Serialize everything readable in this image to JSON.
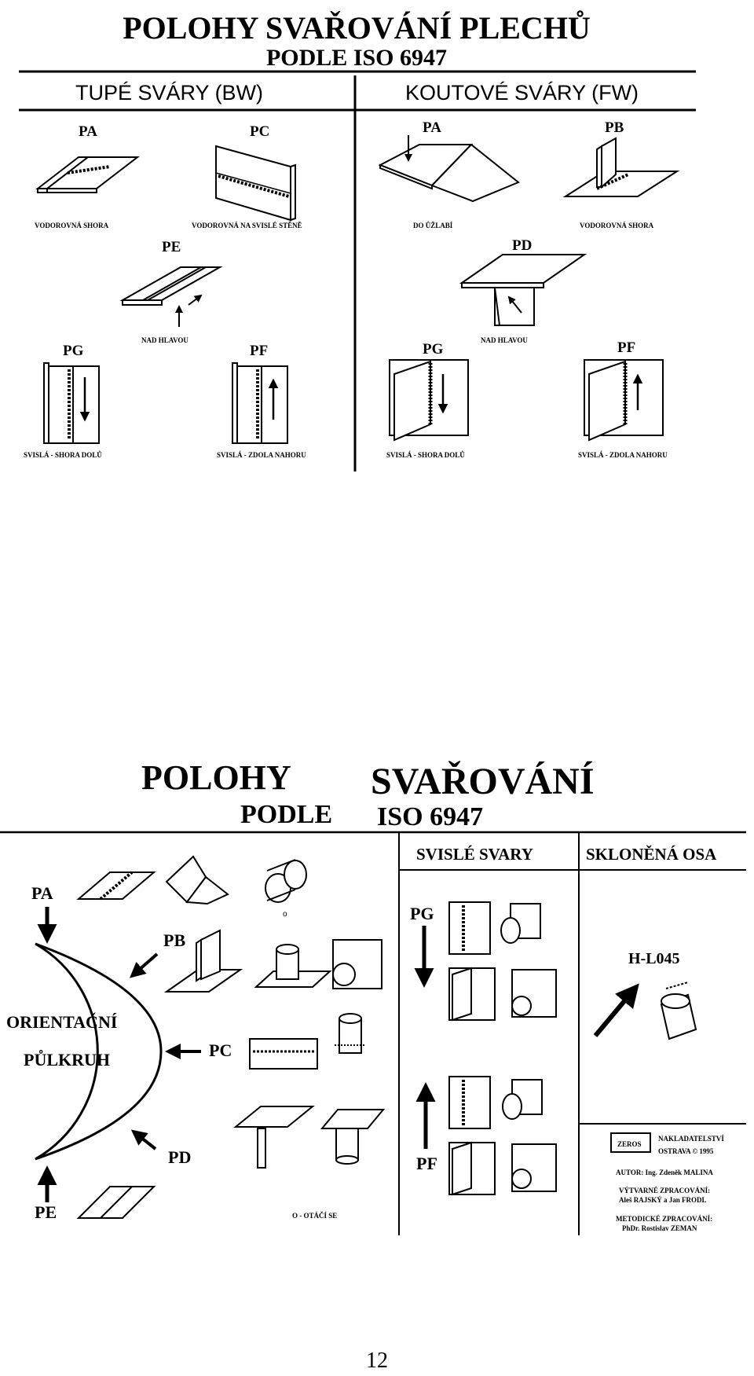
{
  "top": {
    "title": "POLOHY SVAŘOVÁNÍ PLECHŮ",
    "subtitle": "PODLE ISO 6947",
    "left_header": "TUPÉ SVÁRY (BW)",
    "right_header": "KOUTOVÉ SVÁRY (FW)",
    "butt": {
      "pa": "PA",
      "pa_caption": "VODOROVNÁ SHORA",
      "pc": "PC",
      "pc_caption": "VODOROVNÁ NA SVISLÉ STĚNĚ",
      "pe": "PE",
      "pe_caption": "NAD HLAVOU",
      "pg": "PG",
      "pg_caption": "SVISLÁ - SHORA DOLŮ",
      "pf": "PF",
      "pf_caption": "SVISLÁ - ZDOLA NAHORU"
    },
    "fillet": {
      "pa": "PA",
      "pa_caption": "DO ŮŽLABÍ",
      "pb": "PB",
      "pb_caption": "VODOROVNÁ SHORA",
      "pd": "PD",
      "pd_caption": "NAD HLAVOU",
      "pg": "PG",
      "pg_caption": "SVISLÁ - SHORA DOLŮ",
      "pf": "PF",
      "pf_caption": "SVISLÁ - ZDOLA NAHORU"
    }
  },
  "bottom": {
    "title1": "POLOHY",
    "title2": "SVAŘOVÁNÍ",
    "subtitle1": "PODLE",
    "subtitle2": "ISO 6947",
    "orientation_line1": "ORIENTAČNÍ",
    "orientation_line2": "PŮLKRUH",
    "pa": "PA",
    "pb": "PB",
    "pc": "PC",
    "pd": "PD",
    "pe": "PE",
    "rotates": "O - OTÁČÍ SE",
    "vertical_header": "SVISLÉ SVARY",
    "inclined_header": "SKLONĚNÁ OSA",
    "pg": "PG",
    "pf": "PF",
    "hl": "H-L045",
    "publisher1": "NAKLADATELSTVÍ",
    "publisher2": "OSTRAVA © 1995",
    "logo_text": "ZEROS",
    "author": "AUTOR: Ing. Zdeněk MALINA",
    "art1": "VÝTVARNÉ ZPRACOVÁNÍ:",
    "art2": "Aleš RAJSKÝ a Jan FRODL",
    "method1": "METODICKÉ ZPRACOVÁNÍ:",
    "method2": "PhDr. Rostislav ZEMAN"
  },
  "page_number": "12"
}
